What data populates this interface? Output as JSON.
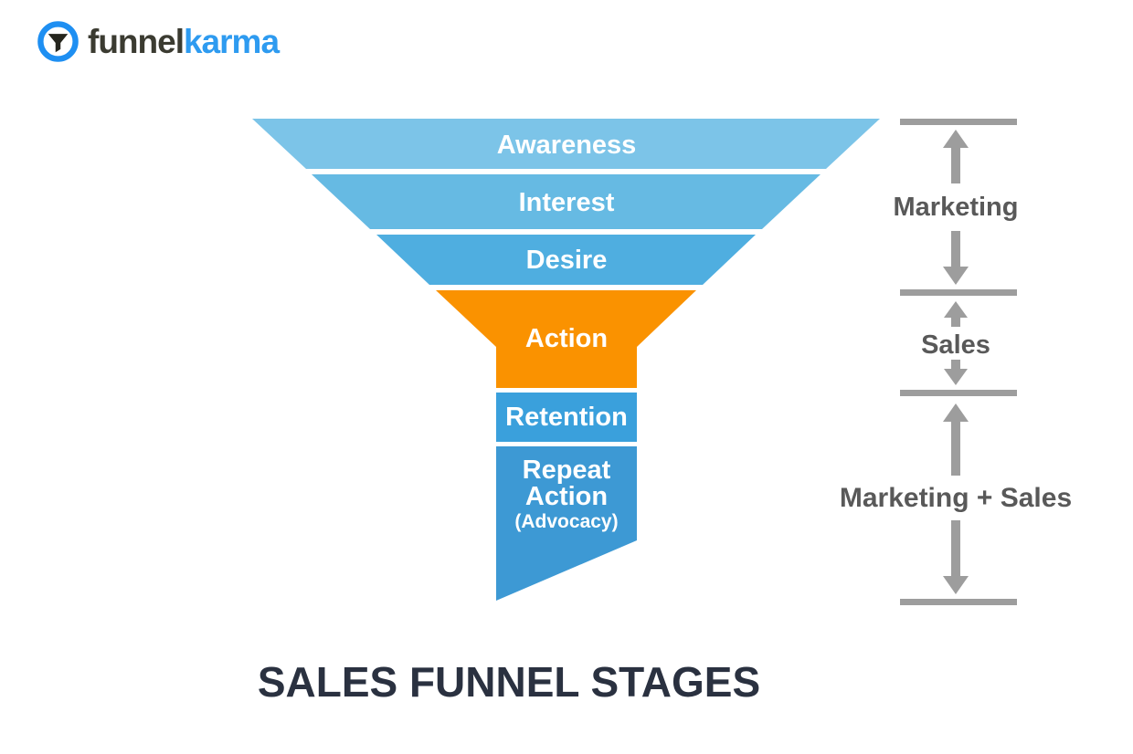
{
  "logo": {
    "icon": "funnel-logo-icon",
    "name_dark": "funnel",
    "name_accent": "karma",
    "accent_color": "#2E9BF0",
    "dark_color": "#3B3B31",
    "ring_color": "#1E8FF2"
  },
  "funnel": {
    "text_color": "#FFFFFF",
    "stages": [
      {
        "label": "Awareness",
        "color": "#7CC4E8"
      },
      {
        "label": "Interest",
        "color": "#66BAE3"
      },
      {
        "label": "Desire",
        "color": "#4FAEE0"
      },
      {
        "label": "Action",
        "color": "#FA9200"
      },
      {
        "label": "Retention",
        "color": "#3AA0DC"
      },
      {
        "label_line1": "Repeat",
        "label_line2": "Action",
        "sublabel": "(Advocacy)",
        "color": "#3D99D4"
      }
    ]
  },
  "brackets": {
    "bar_color": "#9D9D9D",
    "arrow_color": "#9D9D9D",
    "label_color": "#595959",
    "sections": [
      {
        "label": "Marketing"
      },
      {
        "label": "Sales"
      },
      {
        "label": "Marketing + Sales"
      }
    ]
  },
  "title": {
    "text": "SALES FUNNEL STAGES",
    "color": "#2A3140"
  }
}
